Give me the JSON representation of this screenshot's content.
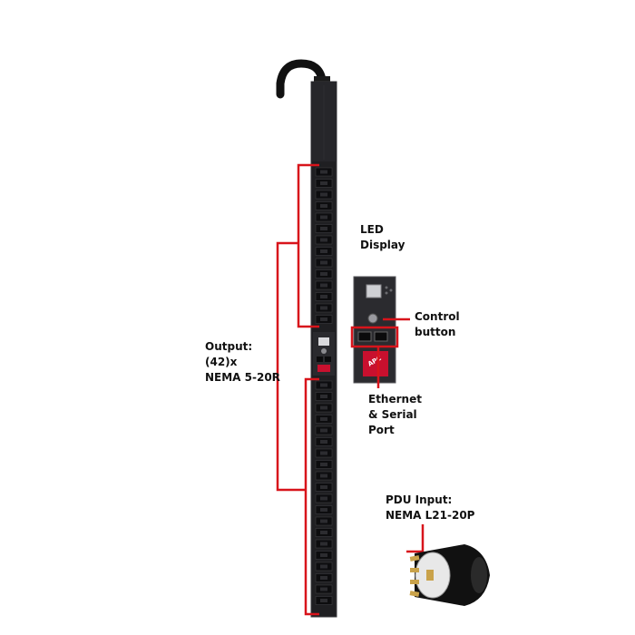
{
  "colors": {
    "callout_line": "#d8141b",
    "pdu_body": "#1f1f22",
    "pdu_edge": "#3a3a3e",
    "outlet": "#0d0d0f",
    "logo_red": "#c8102e",
    "plug_body": "#111111",
    "plug_face": "#e8e8e8",
    "plug_prong": "#c9a24a"
  },
  "callouts": {
    "output": {
      "line1": "Output:",
      "line2": "(42)x",
      "line3": "NEMA 5-20R"
    },
    "led": {
      "line1": "LED",
      "line2": "Display"
    },
    "control": {
      "line1": "Control",
      "line2": "button"
    },
    "ethernet": {
      "line1": "Ethernet",
      "line2": "& Serial",
      "line3": "Port"
    },
    "input": {
      "line1": "PDU Input:",
      "line2": "NEMA L21-20P"
    }
  },
  "logo": {
    "text": "APC"
  },
  "icons": {
    "pdu": "power-strip-icon",
    "plug": "twist-lock-plug-icon"
  }
}
